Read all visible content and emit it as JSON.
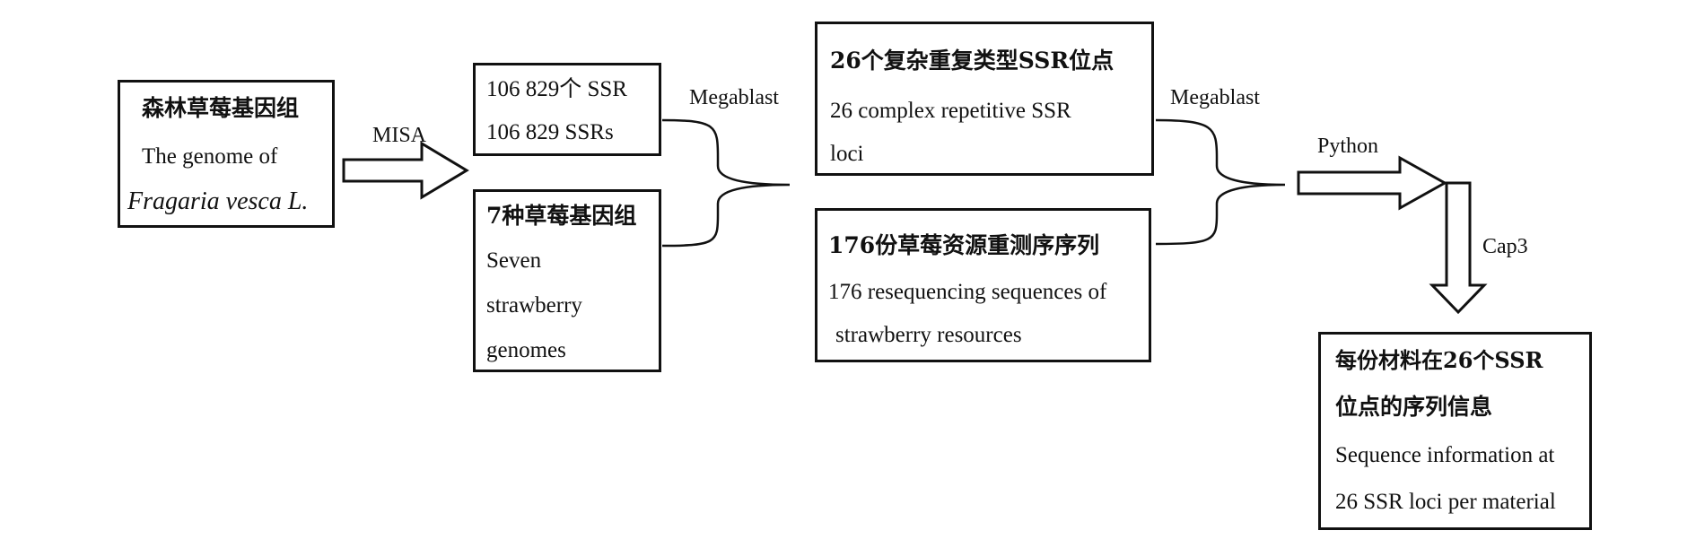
{
  "nodes": {
    "genome": {
      "zh": "森林草莓基因组",
      "en_line1": "The genome of",
      "en_line2": "Fragaria vesca L."
    },
    "ssr_count": {
      "line1": "106 829个 SSR",
      "line2": "106 829 SSRs"
    },
    "seven_genomes": {
      "zh": "7种草莓基因组",
      "en_line1": "Seven",
      "en_line2": "strawberry",
      "en_line3": "genomes"
    },
    "complex_loci": {
      "zh": "26个复杂重复类型SSR位点",
      "en_line1": "26 complex repetitive SSR",
      "en_line2": "loci"
    },
    "resequencing": {
      "zh": "176份草莓资源重测序序列",
      "en_line1": "176 resequencing sequences of",
      "en_line2": "strawberry resources"
    },
    "result": {
      "zh_line1": "每份材料在26个SSR",
      "zh_line2": "位点的序列信息",
      "en_line1": "Sequence information at",
      "en_line2": "26 SSR loci per material"
    }
  },
  "edges": {
    "misa": "MISA",
    "megablast_1": "Megablast",
    "megablast_2": "Megablast",
    "python": "Python",
    "cap3": "Cap3"
  }
}
